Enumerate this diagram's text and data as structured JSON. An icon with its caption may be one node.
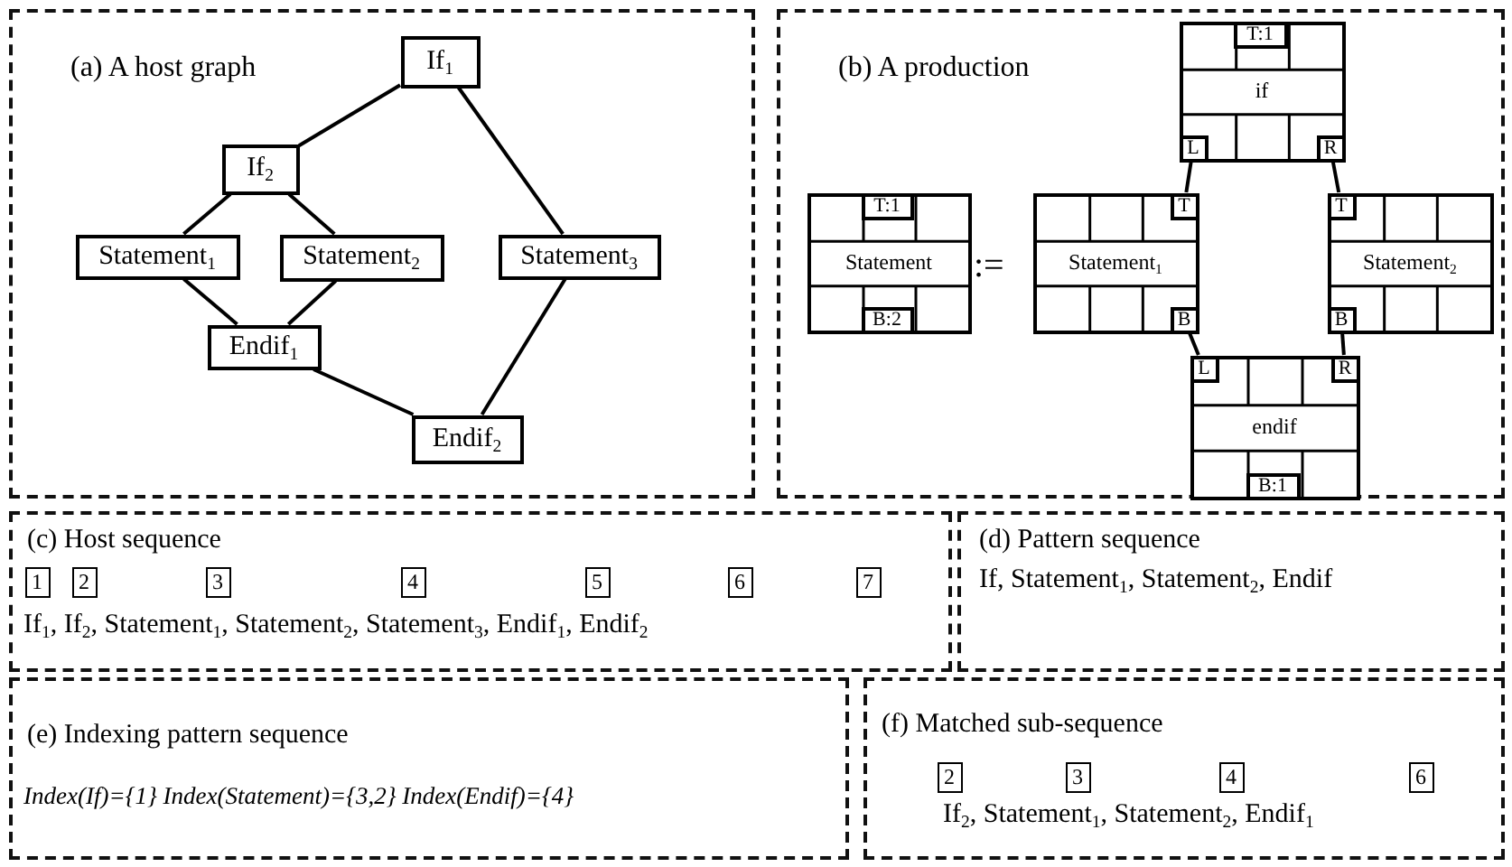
{
  "diagram": {
    "nodes": [
      {
        "text": [
          "(a) A host graph"
        ]
      },
      {
        "text": [
          "If$_{1}$"
        ],
        "in": 0
      },
      {
        "text": [
          "If$_{2}$"
        ],
        "in": 0
      },
      {
        "text": [
          "Statement$_{1}$"
        ],
        "in": 0
      },
      {
        "text": [
          "Statement$_{2}$"
        ],
        "in": 0
      },
      {
        "text": [
          "Statement$_{3}$"
        ],
        "in": 0
      },
      {
        "text": [
          "Endif$_{1}$"
        ],
        "in": 0
      },
      {
        "text": [
          "Endif$_{2}$"
        ],
        "in": 0
      },
      {
        "text": [
          "(b) A production"
        ]
      },
      {
        "text": [
          "Statement"
        ],
        "in": 8
      },
      {
        "text": [
          "T:1"
        ],
        "in": 9
      },
      {
        "text": [
          "B:2"
        ],
        "in": 9
      },
      {
        "text": [
          "if"
        ],
        "in": 8
      },
      {
        "text": [
          "T:1"
        ],
        "in": 12
      },
      {
        "text": [
          "L"
        ],
        "in": 12
      },
      {
        "text": [
          "R"
        ],
        "in": 12
      },
      {
        "text": [
          "Statement$_{1}$"
        ],
        "in": 8
      },
      {
        "text": [
          "T"
        ],
        "in": 16
      },
      {
        "text": [
          "B"
        ],
        "in": 16
      },
      {
        "text": [
          "Statement$_{2}$"
        ],
        "in": 8
      },
      {
        "text": [
          "T"
        ],
        "in": 19
      },
      {
        "text": [
          "B"
        ],
        "in": 19
      },
      {
        "text": [
          "endif"
        ],
        "in": 8
      },
      {
        "text": [
          "L"
        ],
        "in": 22
      },
      {
        "text": [
          "R"
        ],
        "in": 22
      },
      {
        "text": [
          "B:1"
        ],
        "in": 22
      },
      {
        "text": [
          "(c) Host sequence",
          "If$_{1}$, If$_{2}$, Statement$_{1}$, Statement$_{2}$, Statement$_{3}$, Endif$_{1}$, Endif$_{2}$"
        ]
      },
      {
        "text": [
          "1"
        ],
        "in": 26
      },
      {
        "text": [
          "2"
        ],
        "in": 26
      },
      {
        "text": [
          "3"
        ],
        "in": 26
      },
      {
        "text": [
          "4"
        ],
        "in": 26
      },
      {
        "text": [
          "5"
        ],
        "in": 26
      },
      {
        "text": [
          "6"
        ],
        "in": 26
      },
      {
        "text": [
          "7"
        ],
        "in": 26
      },
      {
        "text": [
          "(d) Pattern sequence",
          "If, Statement$_{1}$, Statement$_{2}$, Endif"
        ]
      },
      {
        "text": [
          "(e) Indexing pattern sequence",
          "Index(If)={1} Index(Statement)={3,2}  Index(Endif)={4}"
        ]
      },
      {
        "text": [
          "(f) Matched sub-sequence",
          "If$_{2}$, Statement$_{1}$, Statement$_{2}$, Endif$_{1}$"
        ]
      },
      {
        "text": [
          "2"
        ],
        "in": 36
      },
      {
        "text": [
          "3"
        ],
        "in": 36
      },
      {
        "text": [
          "4"
        ],
        "in": 36
      },
      {
        "text": [
          "6"
        ],
        "in": 36
      }
    ],
    "edges": [
      {
        "from": 1,
        "to": 2,
        "arrow": "none"
      },
      {
        "from": 1,
        "to": 5,
        "arrow": "none"
      },
      {
        "from": 2,
        "to": 3,
        "arrow": "none"
      },
      {
        "from": 2,
        "to": 4,
        "arrow": "none"
      },
      {
        "from": 3,
        "to": 6,
        "arrow": "none"
      },
      {
        "from": 4,
        "to": 6,
        "arrow": "none"
      },
      {
        "from": 6,
        "to": 7,
        "arrow": "none"
      },
      {
        "from": 5,
        "to": 7,
        "arrow": "none"
      },
      {
        "from": 14,
        "to": 17,
        "arrow": "none"
      },
      {
        "from": 15,
        "to": 20,
        "arrow": "none"
      },
      {
        "from": 18,
        "to": 23,
        "arrow": "none"
      },
      {
        "from": 21,
        "to": 24,
        "arrow": "none"
      }
    ],
    "labels": [
      ":="
    ]
  }
}
